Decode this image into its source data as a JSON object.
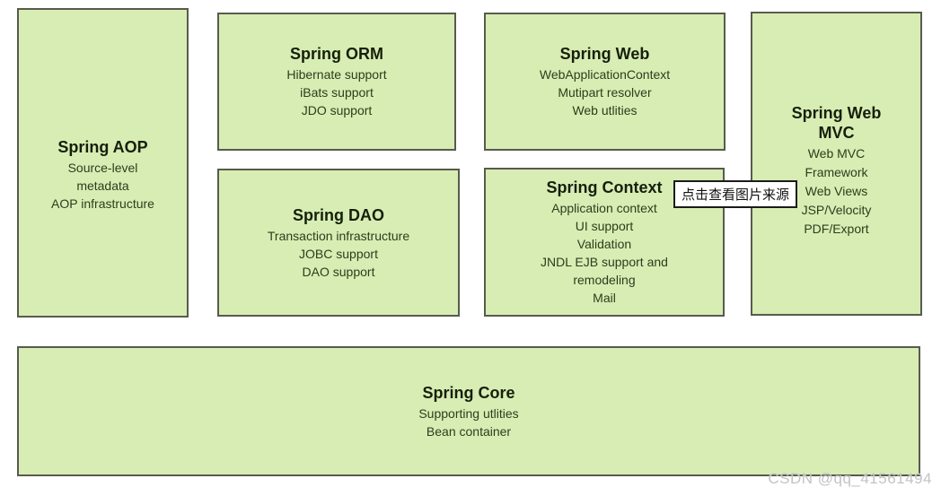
{
  "colors": {
    "box_fill": "#d8edb4",
    "box_border": "#575b4d",
    "title_text": "#161f0b",
    "body_text": "#2c3d1c",
    "tooltip_bg": "#ffffff",
    "tooltip_border": "#1a1a1a",
    "watermark_text": "#c3c3c3"
  },
  "boxes": {
    "aop": {
      "title": "Spring AOP",
      "lines": [
        "Source-level",
        "metadata",
        "AOP infrastructure"
      ]
    },
    "orm": {
      "title": "Spring ORM",
      "lines": [
        "Hibernate support",
        "iBats support",
        "JDO support"
      ]
    },
    "web": {
      "title": "Spring Web",
      "lines": [
        "WebApplicationContext",
        "Mutipart resolver",
        "Web utlities"
      ]
    },
    "mvc": {
      "title": "Spring Web MVC",
      "lines": [
        "Web MVC",
        "Framework",
        "Web Views",
        "JSP/Velocity",
        "PDF/Export"
      ]
    },
    "dao": {
      "title": "Spring DAO",
      "lines": [
        "Transaction infrastructure",
        "JOBC support",
        "DAO support"
      ]
    },
    "context": {
      "title": "Spring Context",
      "lines": [
        "Application context",
        "UI support",
        "Validation",
        "JNDL EJB support and",
        "remodeling",
        "Mail"
      ]
    },
    "core": {
      "title": "Spring Core",
      "lines": [
        "Supporting utlities",
        "Bean container"
      ]
    }
  },
  "tooltip": {
    "text": "点击查看图片来源"
  },
  "watermark": {
    "text": "CSDN @qq_41561494"
  }
}
